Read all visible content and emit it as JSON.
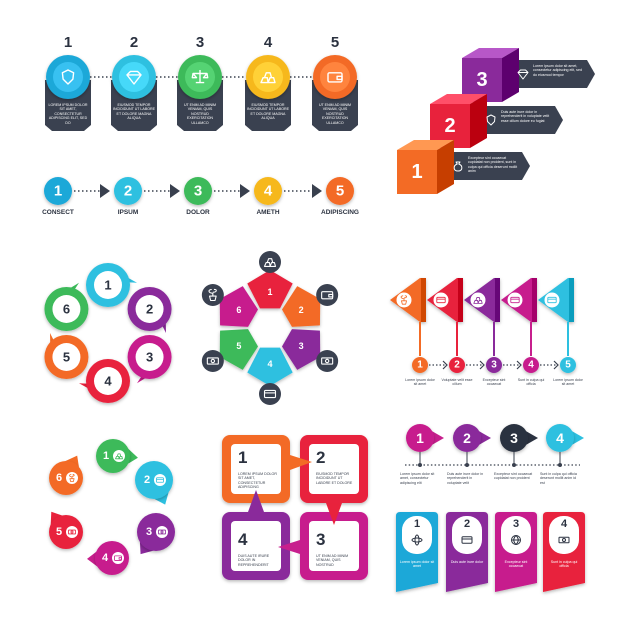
{
  "colors": {
    "blue": "#1fa8d8",
    "cyan": "#2dc0e0",
    "green": "#3cba5a",
    "yellow": "#f6b81e",
    "orange": "#f36b25",
    "red": "#e8223c",
    "purple": "#8a2a9b",
    "magenta": "#c71f8d",
    "dark": "#2b3240"
  },
  "steps_top": {
    "numbers": [
      "1",
      "2",
      "3",
      "4",
      "5"
    ],
    "icons": [
      "shield-icon",
      "diamond-icon",
      "scales-icon",
      "gold-bars-icon",
      "wallet-icon"
    ],
    "texts": [
      "LOREM IPSUM DOLOR SIT AMET, CONSECTETUR ADIPISCING ELIT, SED DO",
      "EIUSMOD TEMPOR INCIDIDUNT UT LABORE ET DOLORE MAGNA ALIQUA",
      "UT ENIM AD MINIM VENIAM, QUIS NOSTRUD EXERCITATION ULLAMCO",
      "EIUSMOD TEMPOR INCIDIDUNT UT LABORE ET DOLORE MAGNA ALIQUA",
      "UT ENIM AD MINIM VENIAM, QUIS NOSTRUD EXERCITATION ULLAMCO"
    ]
  },
  "arrow_steps": {
    "numbers": [
      "1",
      "2",
      "3",
      "4",
      "5"
    ],
    "labels": [
      "CONSECT",
      "IPSUM",
      "DOLOR",
      "AMETH",
      "ADIPISCING"
    ]
  },
  "cubes": {
    "numbers": [
      "3",
      "2",
      "1"
    ],
    "icons": [
      "diamond-icon",
      "shield-icon",
      "money-bag-icon"
    ],
    "texts": [
      "Lorem ipsum dolor sit amet, consectetur adipiscing elit, sed do eiusmod tempor",
      "Duis aute irure dolor in reprehenderit in voluptate velit esse cillum dolore eu fugiat",
      "Excepteur sint occaecat cupidatat non proident, sunt in culpa qui officia deserunt mollit anim"
    ]
  },
  "circle_ring": {
    "numbers": [
      "1",
      "2",
      "3",
      "4",
      "5",
      "6"
    ]
  },
  "segment_ring": {
    "numbers": [
      "1",
      "2",
      "3",
      "4",
      "5",
      "6"
    ],
    "icons": [
      "gold-bars-icon",
      "wallet-icon",
      "money-icon",
      "card-icon",
      "money-icon",
      "plant-icon"
    ]
  },
  "flags": {
    "numbers": [
      "1",
      "2",
      "3",
      "4",
      "5"
    ],
    "icons": [
      "plant-icon",
      "card-icon",
      "gold-bars-icon",
      "card-icon",
      "card-icon"
    ],
    "texts": [
      "Lorem ipsum dolor sit amet",
      "Voluptate velit esse cillum",
      "Excepteur sint occaecat",
      "Sunt in culpa qui officia",
      "Lorem ipsum dolor sit amet"
    ]
  },
  "pins": {
    "numbers": [
      "6",
      "1",
      "2",
      "3",
      "4",
      "5"
    ],
    "icons": [
      "plant-icon",
      "gold-bars-icon",
      "card-icon",
      "money-icon",
      "wallet-icon",
      "money-icon"
    ]
  },
  "squares": {
    "numbers": [
      "1",
      "2",
      "3",
      "4"
    ],
    "texts": [
      "LOREM IPSUM DOLOR SIT AMET, CONSECTETUR ADIPISCING",
      "EIUSMOD TEMPOR INCIDIDUNT UT LABORE ET DOLORE",
      "UT ENIM AD MINIM VENIAM, QUIS NOSTRUD",
      "DUIS AUTE IRURE DOLOR IN REPREHENDERIT"
    ]
  },
  "bubbles": {
    "numbers": [
      "1",
      "2",
      "3",
      "4"
    ],
    "texts": [
      "Lorem ipsum dolor sit amet, consectetur adipiscing elit",
      "Duis aute irure dolor in reprehenderit in voluptate velit",
      "Excepteur sint occaecat cupidatat non proident",
      "Sunt in culpa qui officia deserunt mollit anim id est"
    ]
  },
  "tags": {
    "numbers": [
      "1",
      "2",
      "3",
      "4"
    ],
    "icons": [
      "atom-icon",
      "card-icon",
      "globe-icon",
      "money-icon"
    ],
    "texts": [
      "Lorem ipsum dolor sit amet",
      "Duis aute irure dolor",
      "Excepteur sint occaecat",
      "Sunt in culpa qui officia"
    ]
  }
}
